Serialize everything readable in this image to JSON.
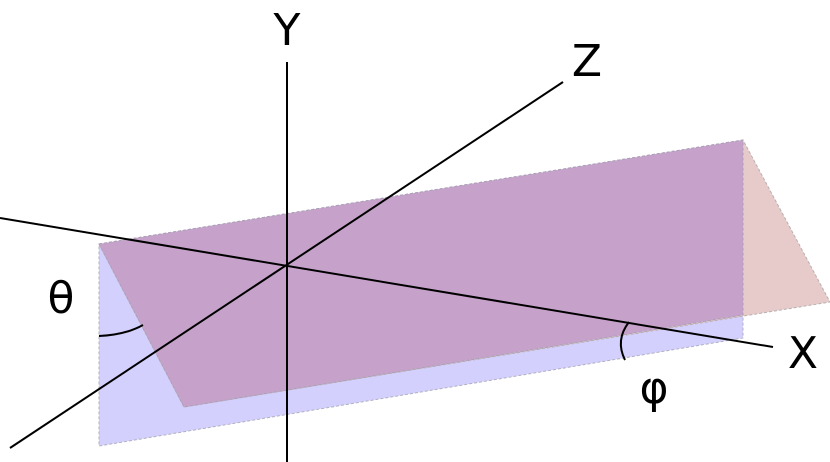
{
  "axes": {
    "x_label": "X",
    "y_label": "Y",
    "z_label": "Z"
  },
  "angles": {
    "theta": "θ",
    "phi": "φ"
  },
  "colors": {
    "plane_a": "#d4d0fd",
    "plane_b": "#e7caca",
    "overlap": "#c6a2ca",
    "axis": "#000000",
    "edge": "#b0b0b8"
  }
}
